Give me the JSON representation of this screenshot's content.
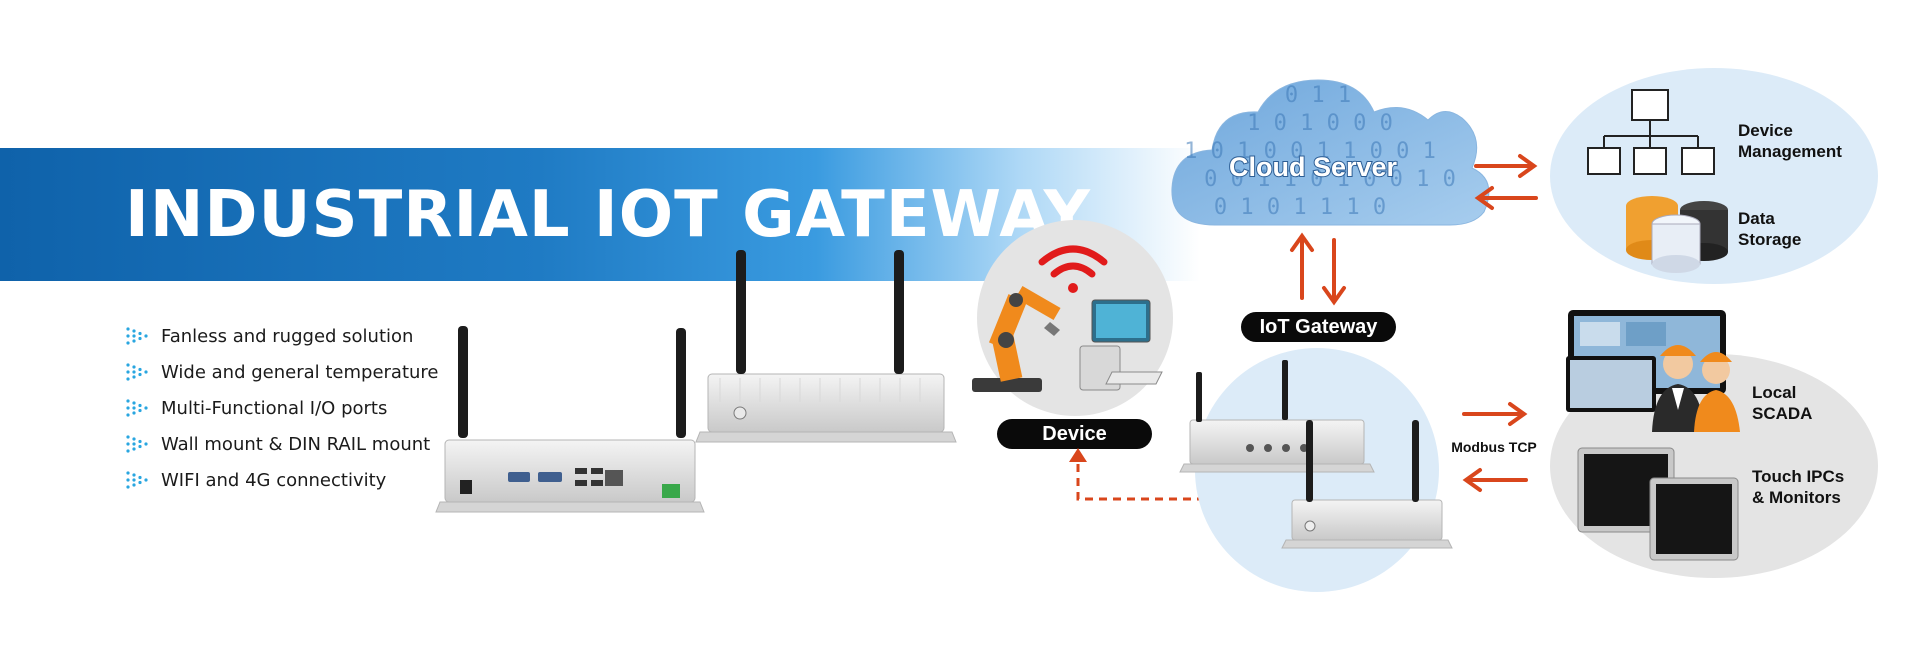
{
  "banner": {
    "title": "INDUSTRIAL IOT GATEWAY"
  },
  "features": [
    "Fanless and rugged solution",
    "Wide and general temperature",
    "Multi-Functional I/O ports",
    "Wall mount & DIN RAIL mount",
    "WIFI and 4G connectivity"
  ],
  "diagram": {
    "cloud_label": "Cloud Server",
    "cloud_binary": [
      "0 1 1",
      "1 0 1 0 0 0",
      "1 0 1 0 0 1 1 0 0 1",
      "0 0 1 1 0 1 0 0 1 0",
      "0 1 0 1 1 1 0"
    ],
    "device_label": "Device",
    "gateway_label": "IoT Gateway",
    "protocol_label": "Modbus TCP",
    "device_management_label": "Device\nManagement",
    "data_storage_label": "Data\nStorage",
    "local_scada_label": "Local\nSCADA",
    "touch_ipcs_label": "Touch IPCs\n& Monitors"
  },
  "colors": {
    "banner_blue": "#0f62aa",
    "arrow_orange": "#d9461c",
    "circle_blue": "#dcebf8",
    "circle_gray": "#e4e4e4",
    "label_pill": "#0a0a0a"
  },
  "icons": [
    "chevron-bullet-icon",
    "wifi-icon",
    "robot-arm-icon",
    "computer-icon",
    "server-hierarchy-icon",
    "database-icon",
    "operators-icon",
    "monitor-icon",
    "gateway-device-icon",
    "antenna-icon"
  ]
}
